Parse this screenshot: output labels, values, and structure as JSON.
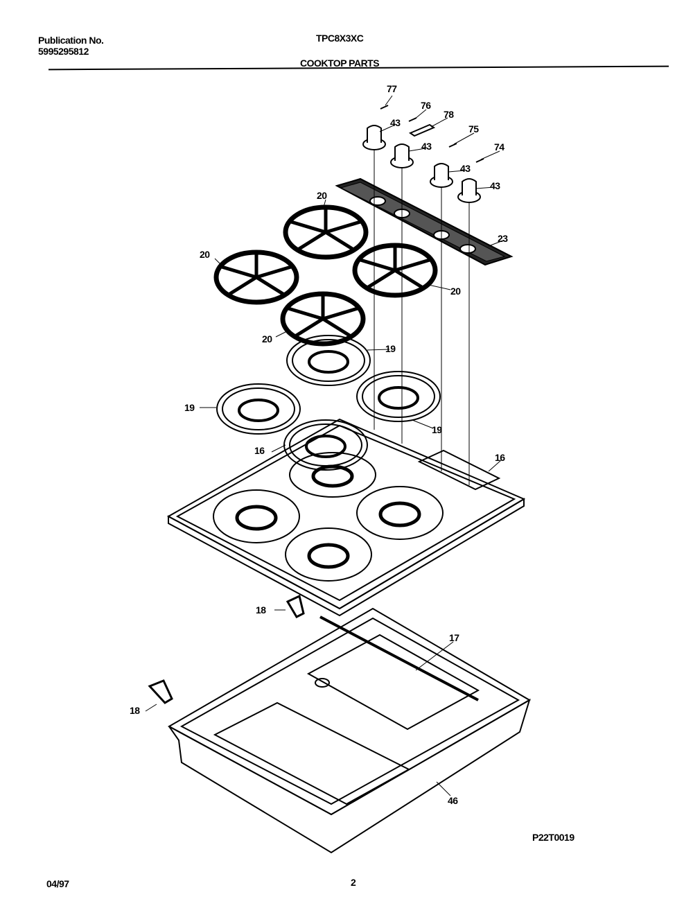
{
  "header": {
    "publication_label": "Publication No.",
    "publication_number": "5995295812",
    "model": "TPC8X3XC",
    "section_title": "COOKTOP PARTS"
  },
  "callouts": [
    "77",
    "76",
    "78",
    "75",
    "74",
    "43",
    "43",
    "43",
    "43",
    "23",
    "20",
    "20",
    "20",
    "20",
    "19",
    "19",
    "19",
    "16",
    "16",
    "18",
    "17",
    "18",
    "46"
  ],
  "diagram_code": "P22T0019",
  "footer": {
    "date": "04/97",
    "page": "2"
  }
}
